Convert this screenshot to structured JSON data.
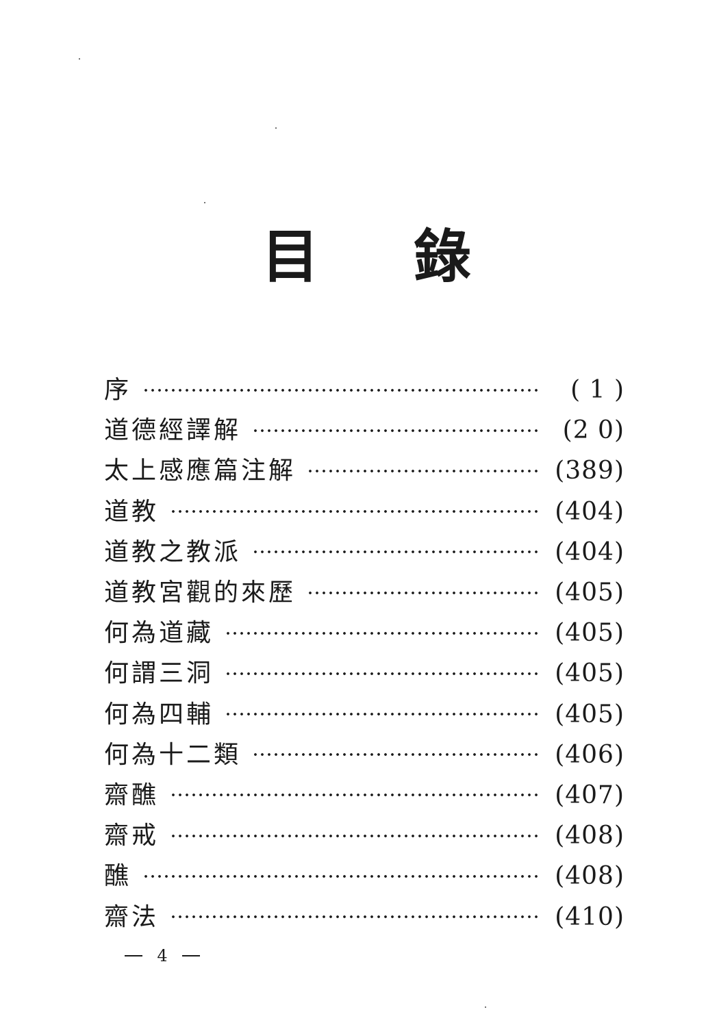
{
  "title": {
    "char1": "目",
    "char2": "錄"
  },
  "toc": [
    {
      "label": "序",
      "page": "( 1 )"
    },
    {
      "label": "道德經譯解",
      "page": "(2 0)"
    },
    {
      "label": "太上感應篇注解",
      "page": "(389)"
    },
    {
      "label": "道教",
      "page": "(404)"
    },
    {
      "label": "道教之教派",
      "page": "(404)"
    },
    {
      "label": "道教宮觀的來歷",
      "page": "(405)"
    },
    {
      "label": "何為道藏",
      "page": "(405)"
    },
    {
      "label": "何謂三洞",
      "page": "(405)"
    },
    {
      "label": "何為四輔",
      "page": "(405)"
    },
    {
      "label": "何為十二類",
      "page": "(406)"
    },
    {
      "label": "齋醮",
      "page": "(407)"
    },
    {
      "label": "齋戒",
      "page": "(408)"
    },
    {
      "label": "醮",
      "page": "(408)"
    },
    {
      "label": "齋法",
      "page": "(410)"
    }
  ],
  "folio": {
    "number": "4"
  }
}
